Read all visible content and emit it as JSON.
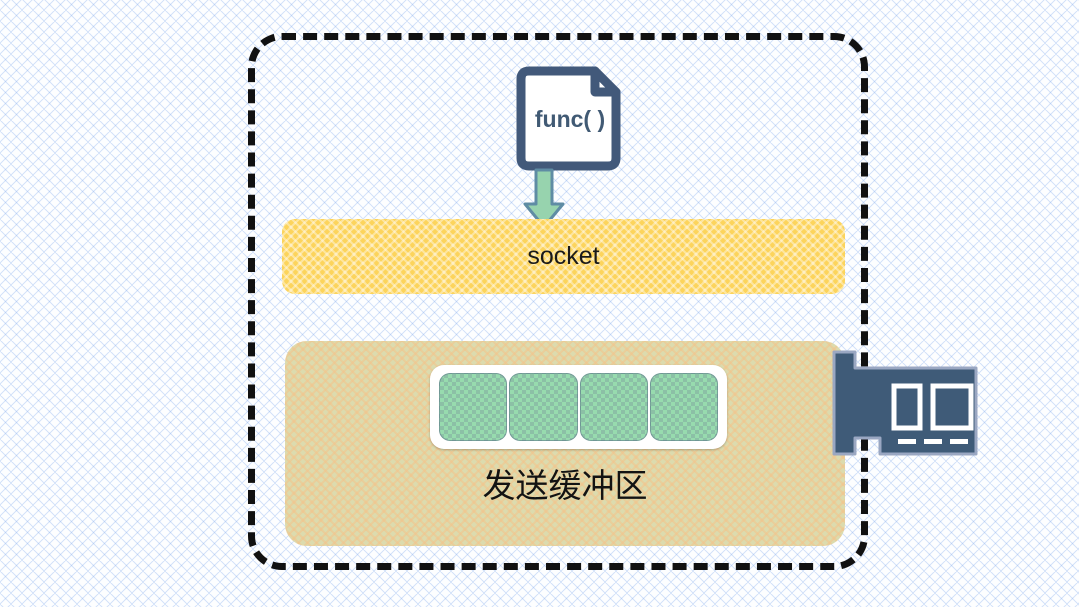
{
  "diagram": {
    "title": "socket send buffer flow",
    "background": {
      "pattern": "light-blue-crosshatch",
      "color": "#fdfeff"
    },
    "host_boundary": {
      "name": "host-boundary",
      "style": "dashed",
      "color": "#111111"
    },
    "func_doc": {
      "label": "func( )",
      "icon": "document-icon",
      "border_color": "#415a74",
      "fill_color": "#ffffff",
      "text_color": "#415a74"
    },
    "arrow": {
      "icon": "arrow-down-icon",
      "direction": "down",
      "fill_color": "#97d3ae",
      "border_color": "#5f8ca4"
    },
    "socket": {
      "label": "socket",
      "fill_color": "#fcd45c",
      "text_color": "#1a1a1a"
    },
    "send_buffer": {
      "label": "发送缓冲区",
      "fill_color": "#dcdbae",
      "text_color": "#131313",
      "queue": {
        "container_color": "#ffffff",
        "packet_color": "#97dbae",
        "packets": [
          "packet-1",
          "packet-2",
          "packet-3",
          "packet-4"
        ]
      }
    },
    "nic": {
      "icon": "network-interface-card-icon",
      "fill_color": "#3f5b78",
      "accent_color": "#ffffff",
      "ports": [
        "port-1",
        "port-2"
      ],
      "pins": [
        "pin-1",
        "pin-2",
        "pin-3"
      ]
    }
  }
}
